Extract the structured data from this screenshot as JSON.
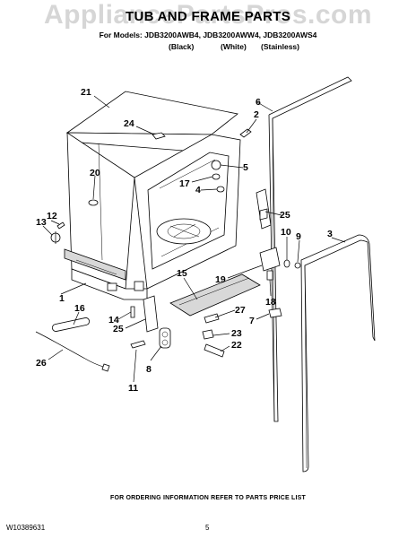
{
  "watermark": "AppliancePartsPros.com",
  "header": {
    "title": "TUB AND FRAME PARTS",
    "models": "For Models: JDB3200AWB4, JDB3200AWW4, JDB3200AWS4",
    "variants": [
      "(Black)",
      "(White)",
      "(Stainless)"
    ]
  },
  "callouts": [
    "1",
    "2",
    "3",
    "4",
    "5",
    "6",
    "7",
    "8",
    "9",
    "10",
    "11",
    "12",
    "13",
    "14",
    "15",
    "16",
    "17",
    "18",
    "19",
    "20",
    "21",
    "22",
    "23",
    "24",
    "25",
    "25",
    "26",
    "27"
  ],
  "footer": {
    "note": "FOR ORDERING INFORMATION REFER TO PARTS PRICE LIST",
    "doc_number": "W10389631",
    "page_number": "5"
  }
}
